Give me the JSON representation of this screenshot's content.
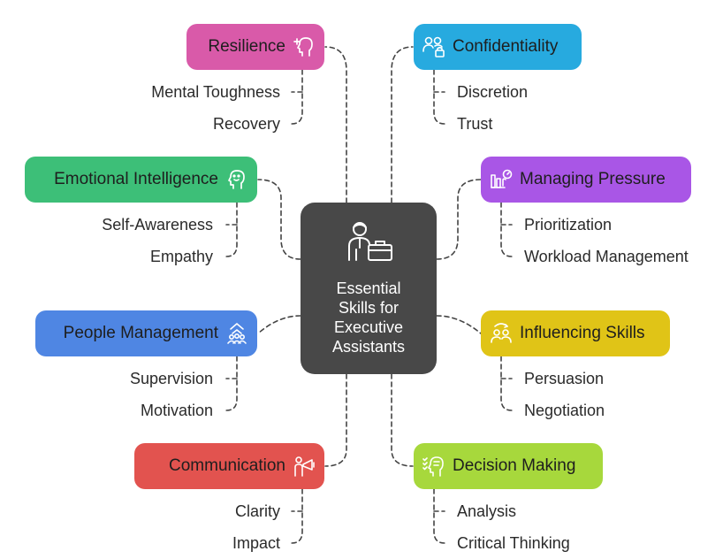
{
  "center": {
    "title": "Essential\nSkills for\nExecutive\nAssistants",
    "icon": "assistant-briefcase-icon"
  },
  "branches": [
    {
      "key": "resilience",
      "label": "Resilience",
      "color": "#d95aa9",
      "icon": "brain-plus-icon",
      "subs": [
        "Mental Toughness",
        "Recovery"
      ]
    },
    {
      "key": "emotional-intelligence",
      "label": "Emotional Intelligence",
      "color": "#3dbf78",
      "icon": "smiling-head-icon",
      "subs": [
        "Self-Awareness",
        "Empathy"
      ]
    },
    {
      "key": "people-management",
      "label": "People Management",
      "color": "#4f86e3",
      "icon": "team-hierarchy-icon",
      "subs": [
        "Supervision",
        "Motivation"
      ]
    },
    {
      "key": "communication",
      "label": "Communication",
      "color": "#e2534f",
      "icon": "megaphone-person-icon",
      "subs": [
        "Clarity",
        "Impact"
      ]
    },
    {
      "key": "confidentiality",
      "label": "Confidentiality",
      "color": "#27aadf",
      "icon": "users-lock-icon",
      "subs": [
        "Discretion",
        "Trust"
      ]
    },
    {
      "key": "managing-pressure",
      "label": "Managing Pressure",
      "color": "#a956e6",
      "icon": "pressure-gauge-icon",
      "subs": [
        "Prioritization",
        "Workload Management"
      ]
    },
    {
      "key": "influencing-skills",
      "label": "Influencing Skills",
      "color": "#e0c417",
      "icon": "people-circle-icon",
      "subs": [
        "Persuasion",
        "Negotiation"
      ]
    },
    {
      "key": "decision-making",
      "label": "Decision Making",
      "color": "#a7d83c",
      "icon": "checklist-head-icon",
      "subs": [
        "Analysis",
        "Critical Thinking"
      ]
    }
  ]
}
